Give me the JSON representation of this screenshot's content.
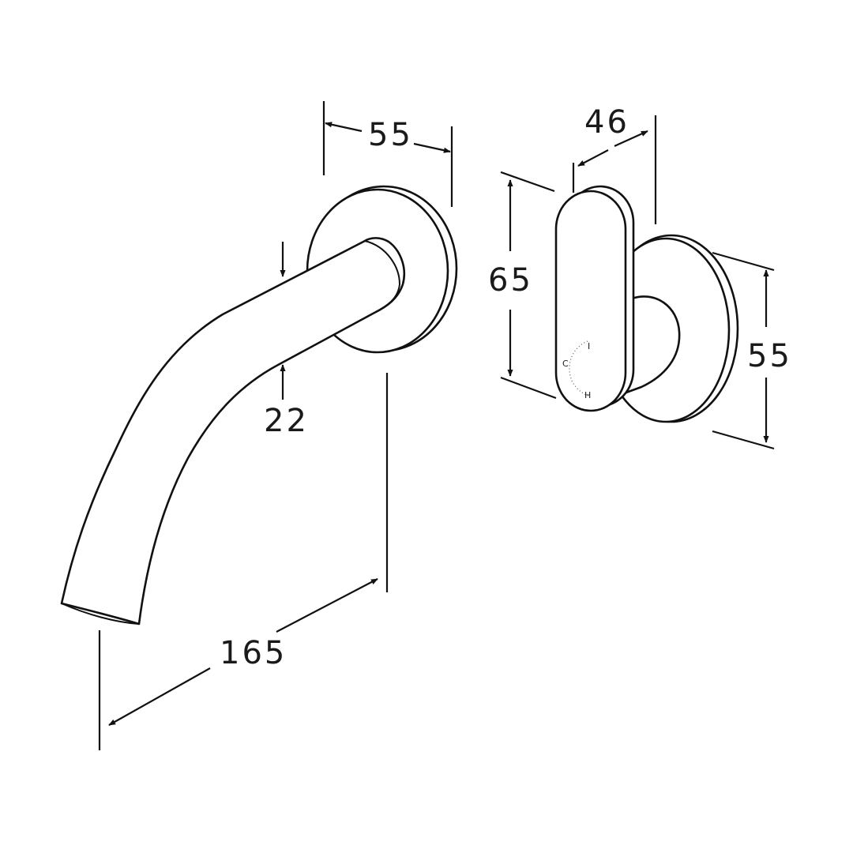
{
  "dimensions": {
    "spout_length": "165",
    "spout_diameter": "22",
    "spout_backplate": "55",
    "lever_depth": "46",
    "lever_height": "65",
    "handle_backplate": "55"
  },
  "lever_markings": {
    "cold": "C",
    "hot": "H",
    "top": "I"
  },
  "colors": {
    "line": "#111111",
    "background": "#ffffff"
  }
}
